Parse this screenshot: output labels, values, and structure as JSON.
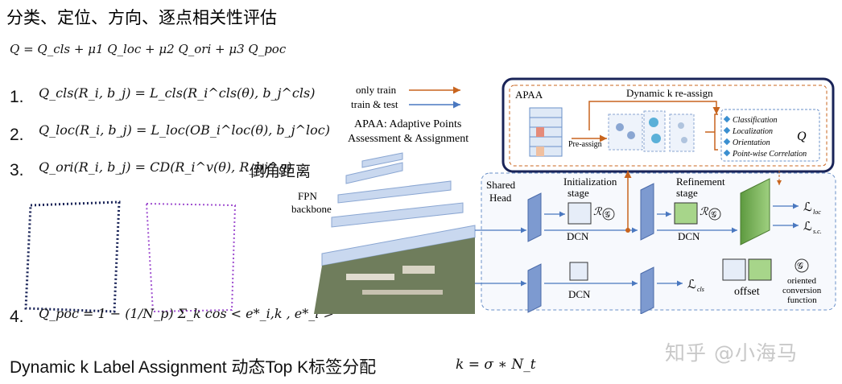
{
  "title": "分类、定位、方向、逐点相关性评估",
  "q_formula": "Q = Q_cls + μ1 Q_loc + μ2 Q_ori + μ3 Q_poc",
  "items": [
    {
      "num": "1.",
      "formula": "Q_cls(R_i, b_j) = L_cls(R_i^cls(θ), b_j^cls)",
      "note": ""
    },
    {
      "num": "2.",
      "formula": "Q_loc(R_i, b_j) = L_loc(OB_i^loc(θ), b_j^loc)",
      "note": ""
    },
    {
      "num": "3.",
      "formula": "Q_ori(R_i, b_j) = CD(R_i^v(θ), R_bj^g)",
      "note": "倒角距离"
    },
    {
      "num": "4.",
      "formula": "Q_poc = 1 − (1/N_p) Σ_k cos < e*_i,k , e*_i >",
      "note": ""
    }
  ],
  "bottom_text": "Dynamic k Label Assignment  动态Top K标签分配",
  "k_formula": "k = σ ∗ N_t",
  "watermark": "知乎 @小海马",
  "diagram": {
    "legend_only_train": "only train",
    "legend_train_test": "train & test",
    "apaa_title_1": "APAA: Adaptive Points",
    "apaa_title_2": "Assessment & Assignment",
    "fpn_1": "FPN",
    "fpn_2": "backbone",
    "apaa_box": "APAA",
    "dynamic_k": "Dynamic k re-assign",
    "pre_assign": "Pre-assign",
    "q_items": [
      "Classification",
      "Localization",
      "Orientation",
      "Point-wise Correlation"
    ],
    "q_symbol": "Q",
    "shared_1": "Shared",
    "shared_2": "Head",
    "init_1": "Initialization",
    "init_2": "stage",
    "refine_1": "Refinement",
    "refine_2": "stage",
    "dcn": "DCN",
    "l_loc": "ℒ",
    "l_loc_sub": "loc",
    "l_sc": "ℒ",
    "l_sc_sub": "s.c.",
    "l_cls": "ℒ",
    "l_cls_sub": "cls",
    "offset": "offset",
    "g_symbol": "𝒢",
    "r_symbol": "ℛ",
    "conv_1": "oriented",
    "conv_2": "conversion",
    "conv_3": "function"
  },
  "colors": {
    "orange": "#c8641e",
    "blue": "#4a78c0",
    "navy": "#1a2458",
    "green": "#7fb35e"
  }
}
